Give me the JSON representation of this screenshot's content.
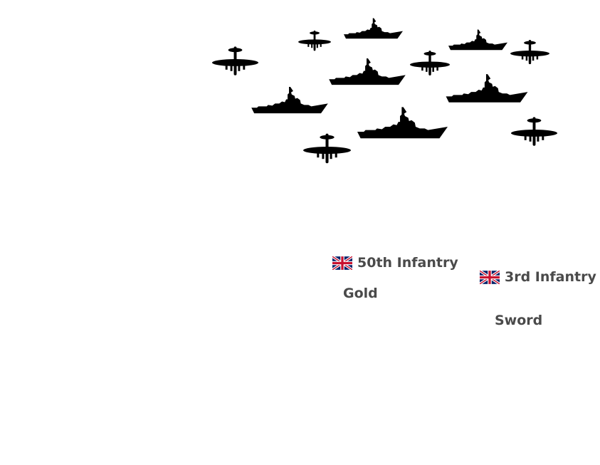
{
  "map": {
    "colors": {
      "ship": "#444444",
      "plane": "#a0a0a0",
      "label": "#4a4a4a"
    },
    "ships": [
      {
        "id": "ship-1"
      },
      {
        "id": "ship-2"
      },
      {
        "id": "ship-3"
      },
      {
        "id": "ship-4"
      },
      {
        "id": "ship-5"
      },
      {
        "id": "ship-6"
      }
    ],
    "planes": [
      {
        "id": "plane-1"
      },
      {
        "id": "plane-2"
      },
      {
        "id": "plane-3"
      },
      {
        "id": "plane-4"
      },
      {
        "id": "plane-5"
      },
      {
        "id": "plane-6"
      }
    ],
    "units": [
      {
        "name": "50th Infantry",
        "flag_icon": "uk-flag-icon"
      },
      {
        "name": "3rd Infantry",
        "flag_icon": "uk-flag-icon"
      }
    ],
    "beaches": [
      {
        "name": "Gold"
      },
      {
        "name": "Sword"
      }
    ]
  }
}
